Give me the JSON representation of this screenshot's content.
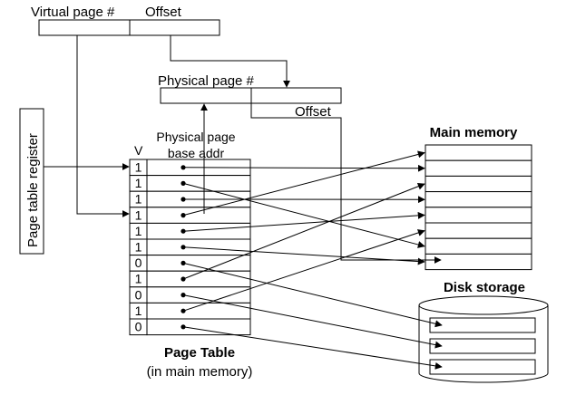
{
  "va": {
    "vpn": "Virtual page #",
    "offset": "Offset"
  },
  "pa": {
    "ppn": "Physical page #",
    "offset": "Offset"
  },
  "ptr": {
    "label": "Page table register"
  },
  "page_table": {
    "v_header": "V",
    "base_header_1": "Physical page",
    "base_header_2": "base addr",
    "valid_bits": [
      "1",
      "1",
      "1",
      "1",
      "1",
      "1",
      "0",
      "1",
      "0",
      "1",
      "0"
    ],
    "title": "Page Table",
    "subtitle": "(in main memory)"
  },
  "main_memory": {
    "title": "Main memory"
  },
  "disk": {
    "title": "Disk storage"
  }
}
